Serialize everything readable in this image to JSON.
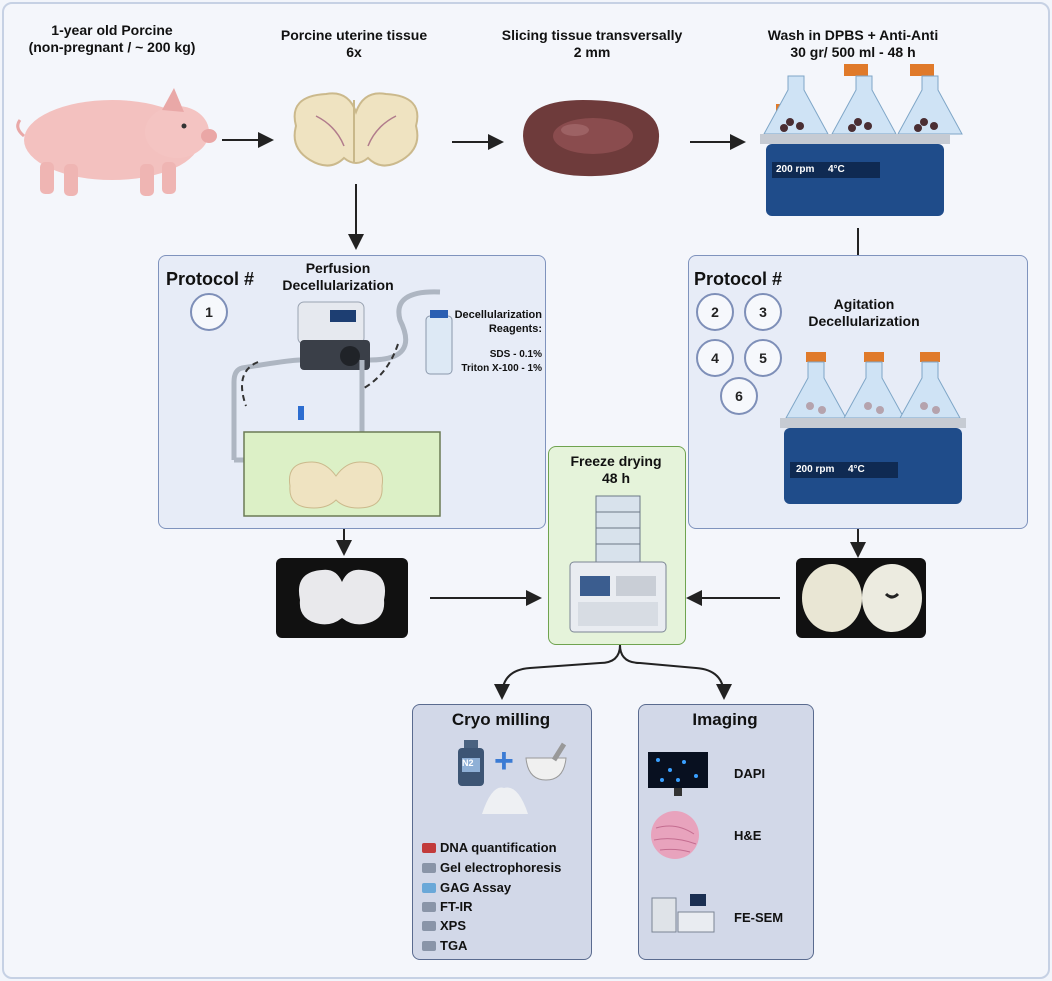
{
  "steps": {
    "pig": {
      "title_line1": "1-year old Porcine",
      "title_line2": "(non-pregnant / ~ 200 kg)"
    },
    "uterine": {
      "title_line1": "Porcine uterine tissue",
      "title_line2": "6x"
    },
    "slicing": {
      "title_line1": "Slicing tissue transversally",
      "title_line2": "2 mm"
    },
    "wash": {
      "title_line1": "Wash in DPBS + Anti-Anti",
      "title_line2": "30 gr/ 500 ml - 48 h",
      "display_rpm": "200 rpm",
      "display_temp": "4°C"
    }
  },
  "protocol_left": {
    "heading": "Protocol #",
    "method_line1": "Perfusion",
    "method_line2": "Decellularization",
    "numbers": [
      "1"
    ],
    "reagents_title_line1": "Decellularization",
    "reagents_title_line2": "Reagents:",
    "reagent1": "SDS - 0.1%",
    "reagent2": "Triton X-100 - 1%"
  },
  "protocol_right": {
    "heading": "Protocol #",
    "method_line1": "Agitation",
    "method_line2": "Decellularization",
    "numbers": [
      "2",
      "3",
      "4",
      "5",
      "6"
    ],
    "display_rpm": "200 rpm",
    "display_temp": "4°C"
  },
  "freeze": {
    "title_line1": "Freeze drying",
    "title_line2": "48 h"
  },
  "cryo": {
    "title": "Cryo milling",
    "n2_label": "N2",
    "assays": [
      "DNA quantification",
      "Gel electrophoresis",
      "GAG Assay",
      "FT-IR",
      "XPS",
      "TGA"
    ]
  },
  "imaging": {
    "title": "Imaging",
    "methods": [
      "DAPI",
      "H&E",
      "FE-SEM"
    ]
  },
  "colors": {
    "panel_border": "#7f93bd",
    "panel_fill": "#e7ecf7",
    "freeze_fill": "#e5f3da",
    "freeze_border": "#6fa34f",
    "flask_cap": "#e07a2a",
    "tissue_pink": "#f2c6c4",
    "stirrer_blue": "#1f4c8a"
  }
}
